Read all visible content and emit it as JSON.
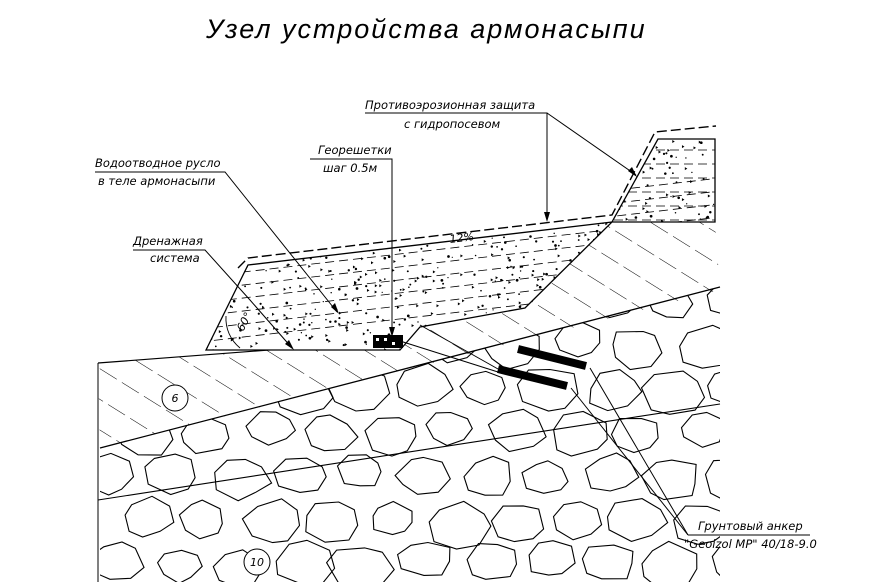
{
  "title": "Узел устройства армонасыпи",
  "labels": {
    "erosion_protection_line1": "Противоэрозионная защита",
    "erosion_protection_line2": "с гидропосевом",
    "geogrid_line1": "Георешетки",
    "geogrid_line2": "шаг 0.5м",
    "channel_line1": "Водоотводное русло",
    "channel_line2": "в теле армонасыпи",
    "drainage_line1": "Дренажная",
    "drainage_line2": "система",
    "slope": "12%",
    "angle": "60°",
    "anchor_line1": "Грунтовый анкер",
    "anchor_line2": "\"Geoizol MP\" 40/18-9.0"
  },
  "markers": {
    "layer_6": "6",
    "layer_10": "10"
  },
  "colors": {
    "ink": "#000000",
    "paper": "#ffffff"
  }
}
